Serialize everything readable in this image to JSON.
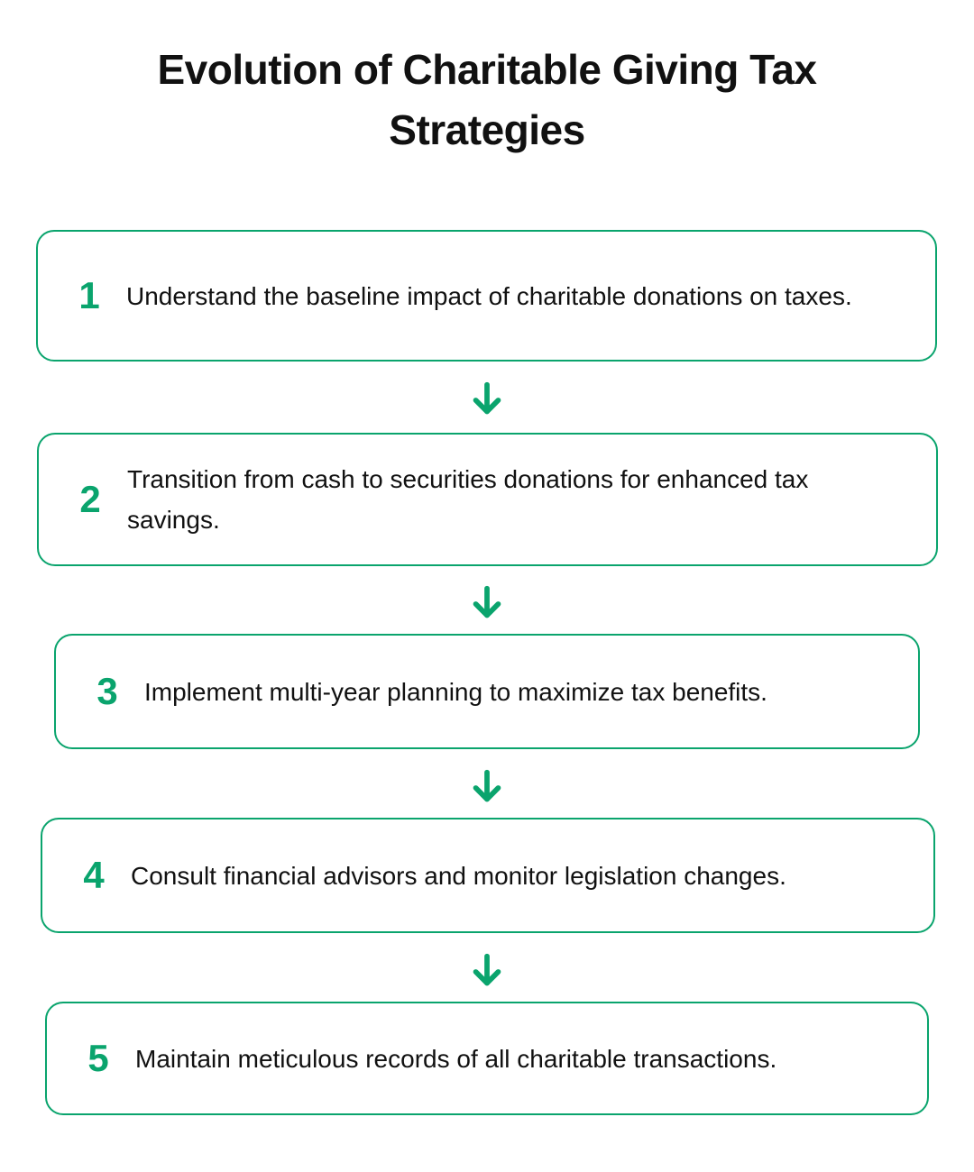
{
  "title": "Evolution of Charitable Giving Tax Strategies",
  "theme": {
    "accent_green": "#0aa46d",
    "text_color": "#111111",
    "background": "#ffffff"
  },
  "icons": {
    "down_arrow": "↓"
  },
  "steps": [
    {
      "number": "1",
      "text": "Understand the baseline impact of charitable donations on taxes."
    },
    {
      "number": "2",
      "text": "Transition from cash to securities donations for enhanced tax savings."
    },
    {
      "number": "3",
      "text": "Implement multi-year planning to maximize tax benefits."
    },
    {
      "number": "4",
      "text": "Consult financial advisors and monitor legislation changes."
    },
    {
      "number": "5",
      "text": "Maintain meticulous records of all charitable transactions."
    }
  ]
}
